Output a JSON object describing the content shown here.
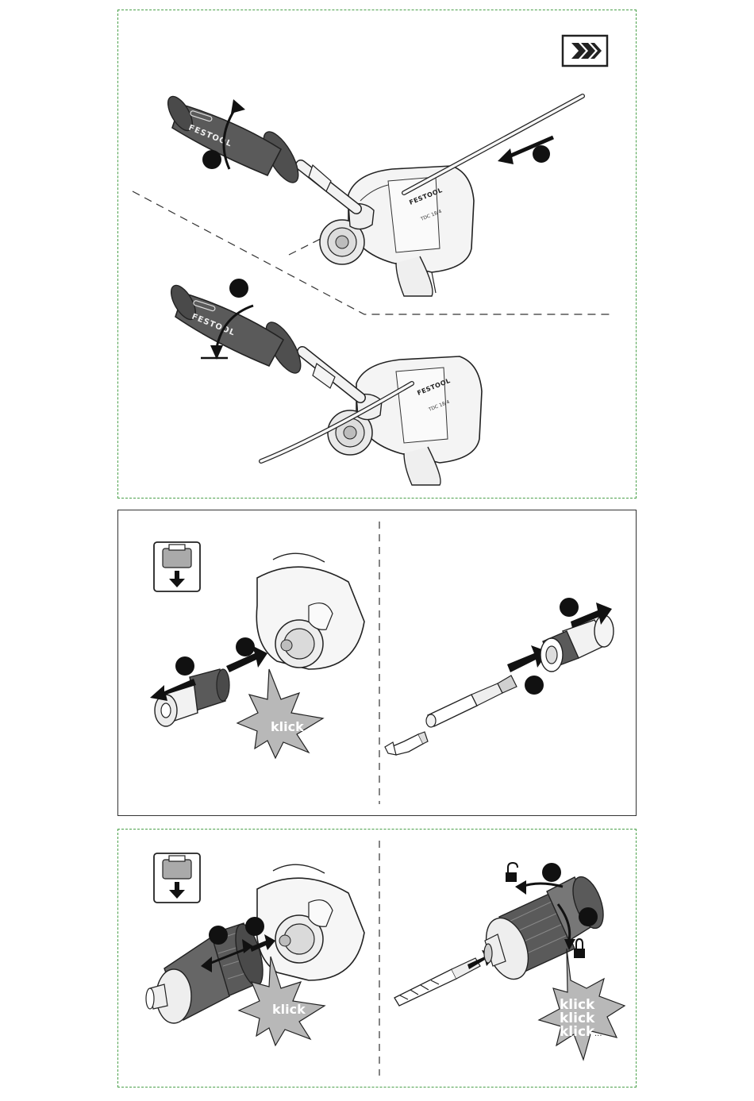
{
  "brand": "FESTOOL",
  "model": "TDC 18/4",
  "sound_words": {
    "single": "klick",
    "repeat": [
      "klick",
      "klick",
      "klick"
    ],
    "suffix": "..."
  },
  "colors": {
    "frame_green": "#4aa04a",
    "grip_dark": "#5a5a5a",
    "burst_gray": "#b8b8b8",
    "badge_black": "#222222",
    "arrow_black": "#111111"
  },
  "icons": {
    "top_badge": "forward-arrows-badge-icon",
    "panel2_symbol": "battery-removal-icon",
    "panel3_symbol": "battery-removal-icon",
    "unlock": "padlock-open-icon",
    "lock": "padlock-closed-icon"
  }
}
